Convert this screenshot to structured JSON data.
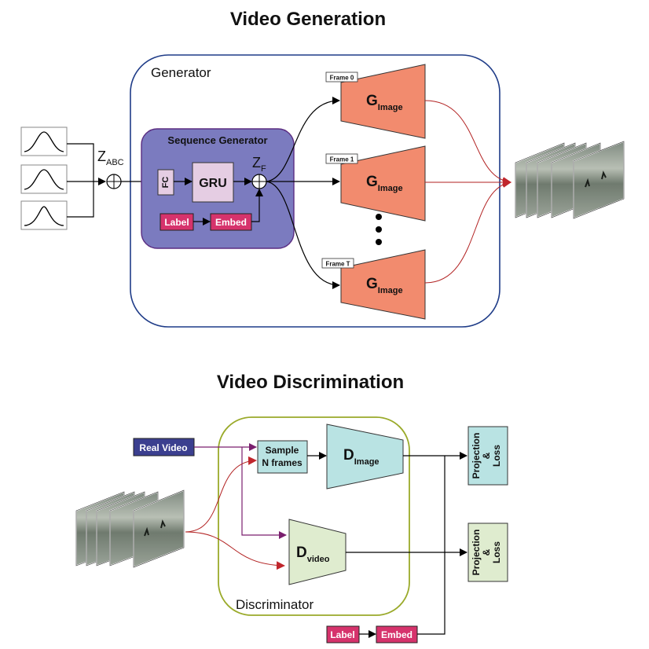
{
  "generation": {
    "title": "Video Generation",
    "generator_label": "Generator",
    "sequence_generator_label": "Sequence Generator",
    "z_abc": {
      "main": "Z",
      "sub": "ABC"
    },
    "z_f": {
      "main": "Z",
      "sub": "F"
    },
    "fc_label": "FC",
    "gru_label": "GRU",
    "label_block": "Label",
    "embed_block": "Embed",
    "g_image": {
      "main": "G",
      "sub": "Image"
    },
    "frames": [
      "Frame 0",
      "Frame 1",
      "Frame T"
    ]
  },
  "discrimination": {
    "title": "Video Discrimination",
    "discriminator_label": "Discriminator",
    "real_video": "Real Video",
    "sample_line1": "Sample",
    "sample_line2": "N frames",
    "d_image": {
      "main": "D",
      "sub": "Image"
    },
    "d_video": {
      "main": "D",
      "sub": "video"
    },
    "projection_loss": [
      "Projection",
      "&",
      "Loss"
    ],
    "label_block": "Label",
    "embed_block": "Embed"
  },
  "colors": {
    "generator_border": "#1f3c88",
    "sequence_generator_fill": "#7b7bbf",
    "g_image_fill": "#f28b6e",
    "discriminator_border": "#9aaa2a",
    "d_image_fill": "#b9e3e3",
    "d_video_fill": "#dfeccf",
    "real_video_fill": "#3b3f8f",
    "label_fill": "#d6336c",
    "gru_fill": "#e5cde3"
  }
}
